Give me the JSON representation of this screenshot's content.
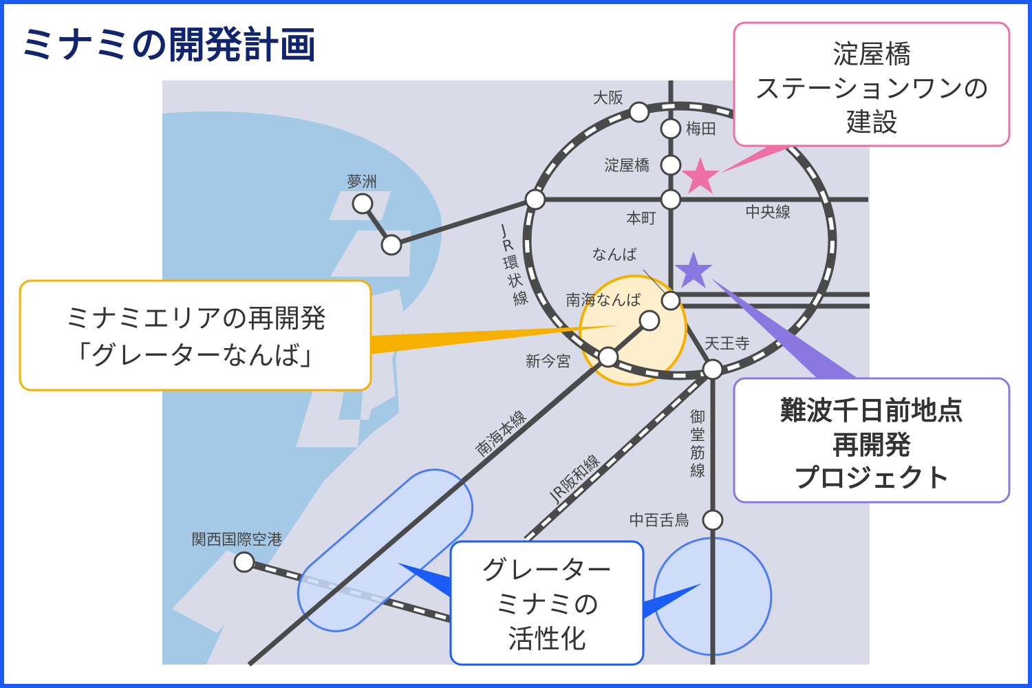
{
  "title": "ミナミの開発計画",
  "colors": {
    "frame": "#1a5cf5",
    "land": "#d9dce8",
    "water": "#a3c9e6",
    "line": "#4a4a4a",
    "orange": "#f5b000",
    "pink": "#ee6fa6",
    "purple": "#8a78e0",
    "blue": "#4a7ef0"
  },
  "stations": {
    "osaka": "大阪",
    "umeda": "梅田",
    "yodoyabashi": "淀屋橋",
    "honmachi": "本町",
    "yumeshima": "夢洲",
    "namba": "なんば",
    "nankai_namba": "南海なんば",
    "shin_imamiya": "新今宮",
    "tennoji": "天王寺",
    "nakamozu": "中百舌鳥",
    "kansai_airport": "関西国際空港"
  },
  "lines": {
    "chuo": "中央線",
    "jr_loop": [
      "J",
      "R",
      "環",
      "状",
      "線"
    ],
    "nankai_main": "南海本線",
    "jr_hanwa": "JR阪和線",
    "midosuji": [
      "御",
      "堂",
      "筋",
      "線"
    ]
  },
  "callouts": {
    "yodoyabashi": [
      "淀屋橋",
      "ステーションワンの",
      "建設"
    ],
    "greater_namba": [
      "ミナミエリアの再開発",
      "「グレーターなんば」"
    ],
    "sennichimae": [
      "難波千日前地点",
      "再開発",
      "プロジェクト"
    ],
    "greater_minami": [
      "グレーター",
      "ミナミの",
      "活性化"
    ]
  }
}
